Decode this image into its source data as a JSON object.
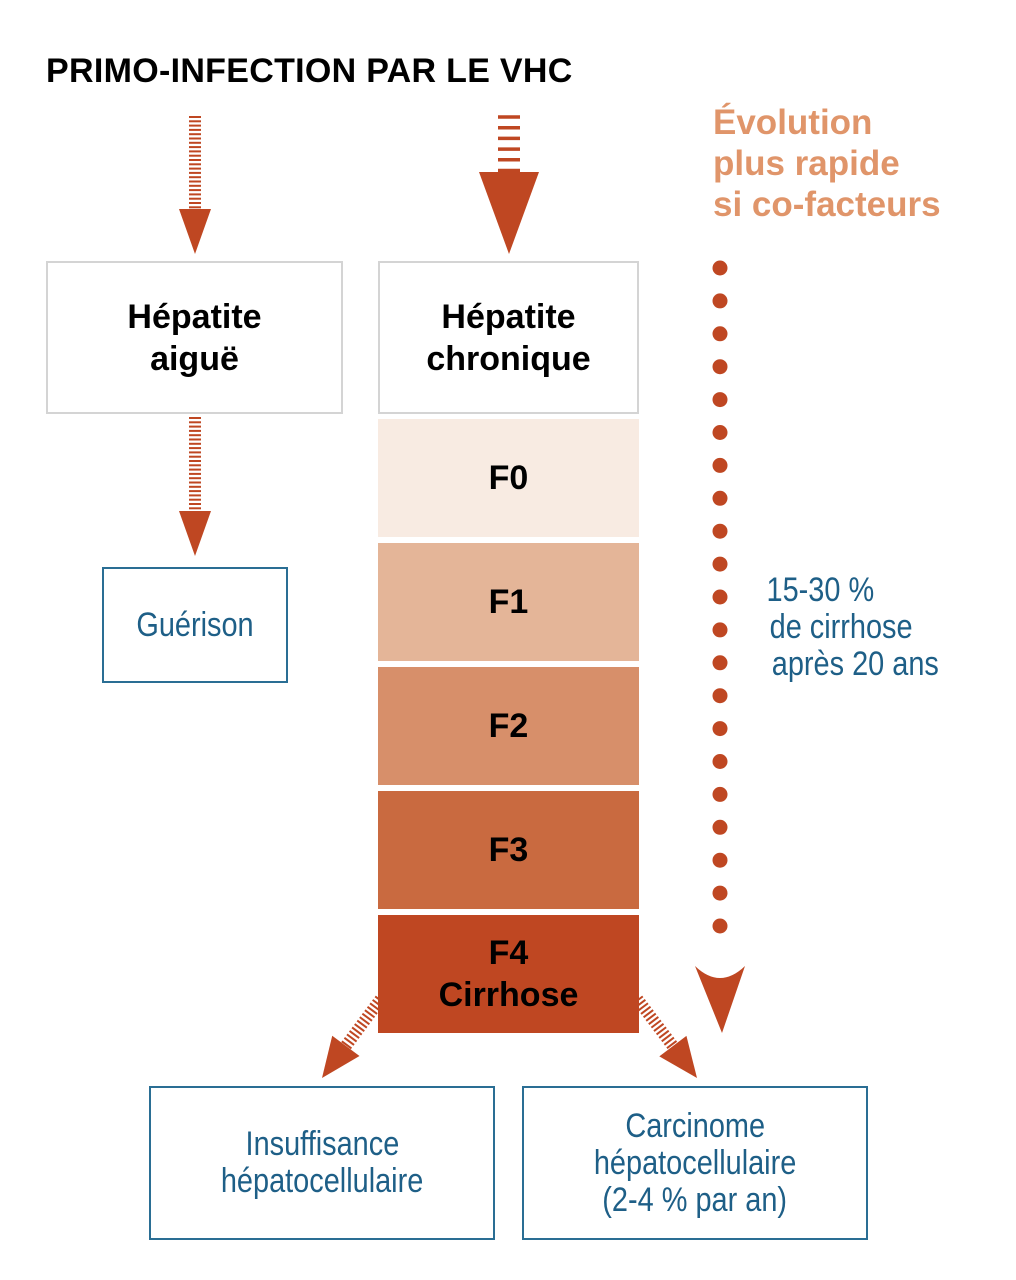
{
  "title": "PRIMO-INFECTION PAR LE VHC",
  "cofactor_note": [
    "Évolution",
    "plus rapide",
    "si co-facteurs"
  ],
  "acute": {
    "line1": "Hépatite",
    "line2": "aiguë"
  },
  "chronic": {
    "line1": "Hépatite",
    "line2": "chronique"
  },
  "healing": "Guérison",
  "stages": [
    {
      "label": "F0",
      "color": "#f8ebe2"
    },
    {
      "label": "F1",
      "color": "#e4b598"
    },
    {
      "label": "F2",
      "color": "#d78f6a"
    },
    {
      "label": "F3",
      "color": "#c96a40"
    },
    {
      "label": "F4",
      "sublabel": "Cirrhose",
      "color": "#bf4722"
    }
  ],
  "cirrhosis_stat": [
    "15-30 %",
    "de cirrhose",
    "après 20 ans"
  ],
  "outcomes": {
    "insufficiency": [
      "Insuffisance",
      "hépatocellulaire"
    ],
    "carcinoma": [
      "Carcinome",
      "hépatocellulaire",
      "(2-4 % par an)"
    ]
  },
  "colors": {
    "arrow": "#bf4722",
    "accent_text": "#e0956a",
    "blue_text": "#1e5f87"
  }
}
